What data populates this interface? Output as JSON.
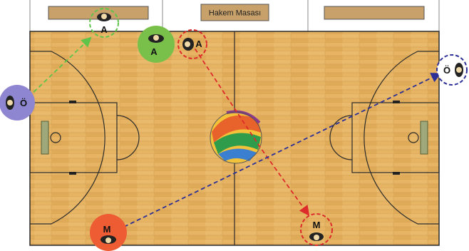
{
  "table_label": "Hakem Masası",
  "players": [
    {
      "role": "referee",
      "letter": "A"
    },
    {
      "role": "referee",
      "letter": "A"
    },
    {
      "role": "referee",
      "letter": "A"
    },
    {
      "role": "referee",
      "letter": "Ö"
    },
    {
      "role": "referee",
      "letter": "Ö"
    },
    {
      "role": "referee",
      "letter": "M"
    },
    {
      "role": "referee",
      "letter": "M"
    }
  ],
  "colors": {
    "court": "#e3b15f",
    "court_line": "#2a2a2a",
    "blue": "#8e86d0",
    "green": "#78c04a",
    "red": "#ee5c34",
    "arrow_green": "#5ec44a",
    "arrow_red": "#dd2a2a",
    "arrow_blue": "#2c2f96",
    "table": "#c7a06a"
  }
}
